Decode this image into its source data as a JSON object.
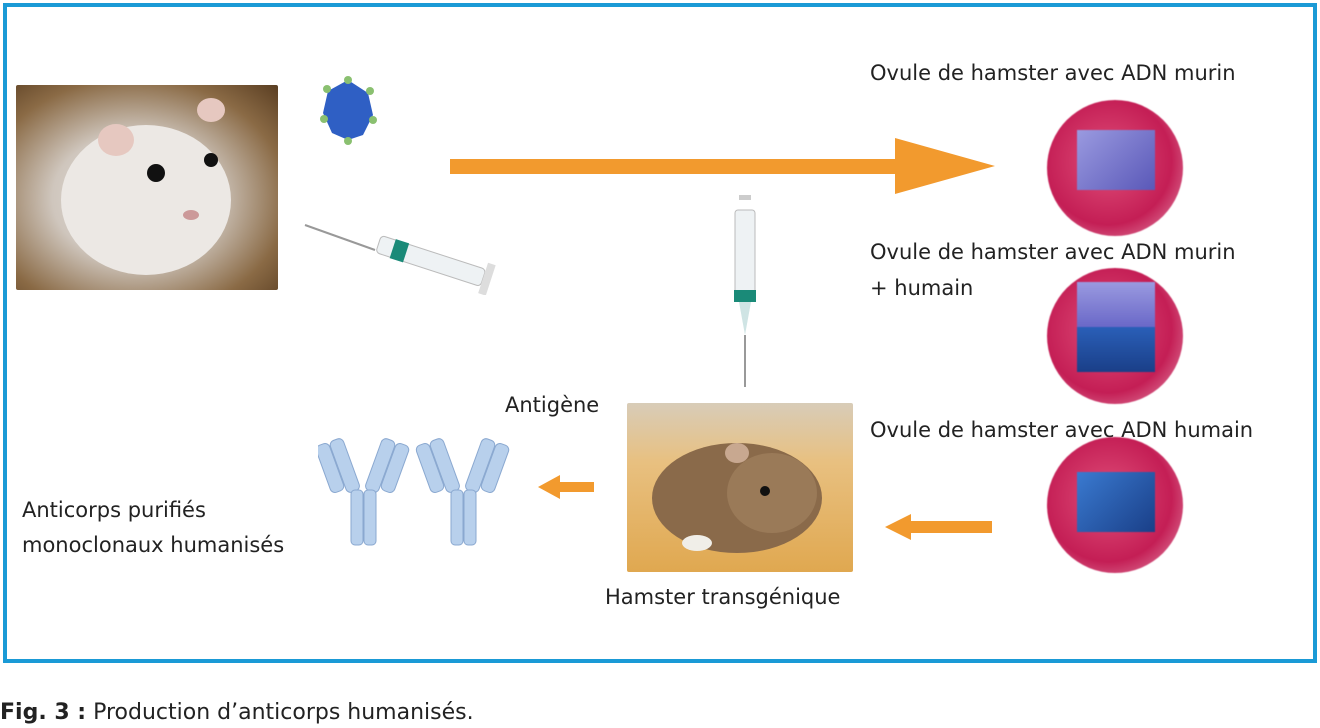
{
  "labels": {
    "ovum_murine": "Ovule de hamster avec ADN murin",
    "ovum_mixed_line1": "Ovule de hamster avec ADN murin",
    "ovum_mixed_line2": "+ humain",
    "ovum_human": "Ovule de hamster avec ADN humain",
    "antigen": "Antigène",
    "transgenic": "Hamster transgénique",
    "antibodies_line1": "Anticorps purifiés",
    "antibodies_line2": "monoclonaux humanisés"
  },
  "caption": {
    "prefix": "Fig. 3 :",
    "text": " Production d’anticorps humanisés."
  },
  "colors": {
    "frame": "#1a9ad6",
    "arrow": "#f29a2e",
    "ovum": "#c41e55",
    "dna_murine": "#7a78d0",
    "dna_human": "#2a5fb8"
  }
}
